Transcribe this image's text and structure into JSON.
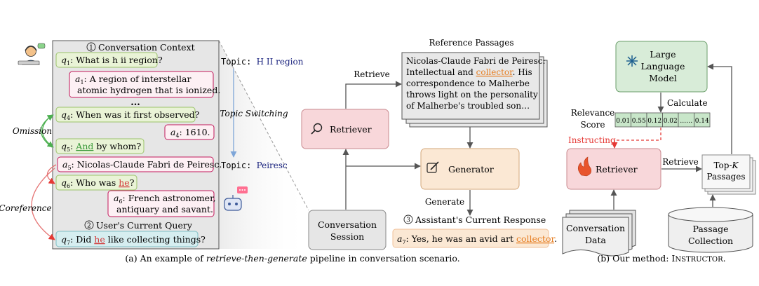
{
  "panel_a": {
    "section1_num": "1",
    "section1_title": "Conversation Context",
    "section2_num": "2",
    "section2_title": "User's Current Query",
    "dialogue": {
      "q1": {
        "var": "q",
        "sub": "1",
        "text": ": What is h ii region?"
      },
      "a1": {
        "var": "a",
        "sub": "1",
        "line1": ": A region of interstellar",
        "line2": "atomic hydrogen that is ionized."
      },
      "ellipsis": "...",
      "q4": {
        "var": "q",
        "sub": "4",
        "text": ": When was it first observed?"
      },
      "a4": {
        "var": "a",
        "sub": "4",
        "text": ": 1610."
      },
      "q5": {
        "var": "q",
        "sub": "5",
        "pre": ": ",
        "highlight": "And",
        "post": " by whom?"
      },
      "a5": {
        "var": "a",
        "sub": "5",
        "text": ": Nicolas-Claude Fabri de Peiresc."
      },
      "q6": {
        "var": "q",
        "sub": "6",
        "pre": ": Who was ",
        "highlight": "he",
        "post": "?"
      },
      "a6": {
        "var": "a",
        "sub": "6",
        "line1": ": French astronomer,",
        "line2": "antiquary and savant."
      },
      "q7": {
        "var": "q",
        "sub": "7",
        "pre": ": Did ",
        "highlight": "he",
        "post": " like collecting things?"
      }
    },
    "labels": {
      "omission": "Omission",
      "coreference": "Coreference",
      "topic_switching": "Topic Switching"
    },
    "topic1": {
      "keyword": "Topic",
      "colon": ": ",
      "value": "H II region"
    },
    "topic2": {
      "keyword": "Topic",
      "colon": ": ",
      "value": "Peiresc"
    }
  },
  "pipeline": {
    "reference_passages_title": "Reference Passages",
    "passage": {
      "line1": "Nicolas-Claude Fabri de Peiresc:",
      "line2_pre": "Intellectual and ",
      "line2_highlight": "collector",
      "line2_post": ". His",
      "line3": "correspondence to Malherbe",
      "line4": "throws light on the personality",
      "line5": "of Malherbe's troubled son…"
    },
    "retrieve_label": "Retrieve",
    "retriever_label": "Retriever",
    "generator_label": "Generator",
    "generate_label": "Generate",
    "session_line1": "Conversation",
    "session_line2": "Session",
    "response_num": "3",
    "response_title": "Assistant's Current Response",
    "response": {
      "var": "a",
      "sub": "7",
      "pre": ": Yes, he was an avid art ",
      "highlight": "collector",
      "post": "."
    }
  },
  "panel_b": {
    "llm_line1": "Large",
    "llm_line2": "Language",
    "llm_line3": "Model",
    "calculate_label": "Calculate",
    "relevance_line1": "Relevance",
    "relevance_line2": "Score",
    "scores": [
      "0.01",
      "0.55",
      "0.12",
      "0.02",
      "……",
      "0.14"
    ],
    "instructing_label": "Instructing",
    "retriever_label": "Retriever",
    "retrieve_label": "Retrieve",
    "topk_line1_pre": "Top-",
    "topk_line1_k": "K",
    "topk_line2": "Passages",
    "data_line1": "Conversation",
    "data_line2": "Data",
    "collection_line1": "Passage",
    "collection_line2": "Collection"
  },
  "captions": {
    "a_pre": "(a) An example of ",
    "a_italic": "retrieve-then-generate",
    "a_post": " pipeline in conversation scenario.",
    "b_pre": "(b) Our method: I",
    "b_small": "NSTRUCTOR",
    "b_post": "."
  },
  "colors": {
    "user_bubble": "#e9f3d6",
    "user_border": "#9bc36b",
    "assistant_bubble": "#fdf0f4",
    "assistant_border": "#c2185b",
    "last_query_bubble": "#d6eef0",
    "retriever_fill": "#f8d7da",
    "generator_fill": "#fbe8d4",
    "llm_fill": "#d8ecd8",
    "score_fill": "#c8e6c9",
    "highlight_green": "#3a9a3a",
    "highlight_red": "#d33b3b",
    "highlight_orange": "#e67e22",
    "topic_blue": "#1a237e",
    "instruct_red": "#e53935"
  }
}
